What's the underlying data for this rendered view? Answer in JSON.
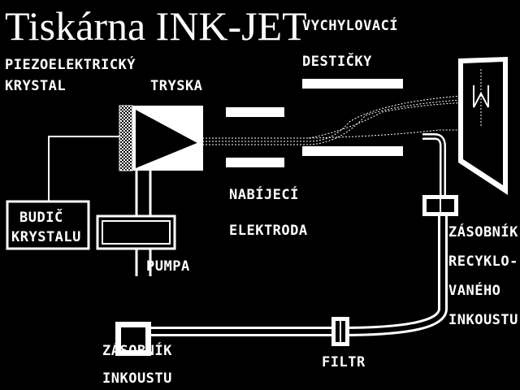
{
  "title": "Tiskárna  INK-JET",
  "labels": {
    "crystal_1": "PIEZOELEKTRICKÝ",
    "crystal_2": "KRYSTAL",
    "nozzle": "TRYSKA",
    "deflection_1": "VYCHYLOVACÍ",
    "deflection_2": "DESTIČKY",
    "driver_1": "BUDIČ",
    "driver_2": "KRYSTALU",
    "pump": "PUMPA",
    "charging_1": "NABÍJECÍ",
    "charging_2": "ELEKTRODA",
    "recycle_1": "ZÁSOBNÍK",
    "recycle_2": "RECYKLO-",
    "recycle_3": "VANÉHO",
    "recycle_4": "INKOUSTU",
    "reservoir_1": "ZÁSOBNÍK",
    "reservoir_2": "INKOUSTU",
    "filter": "FILTR"
  },
  "colors": {
    "background": "#000000",
    "foreground": "#ffffff"
  }
}
